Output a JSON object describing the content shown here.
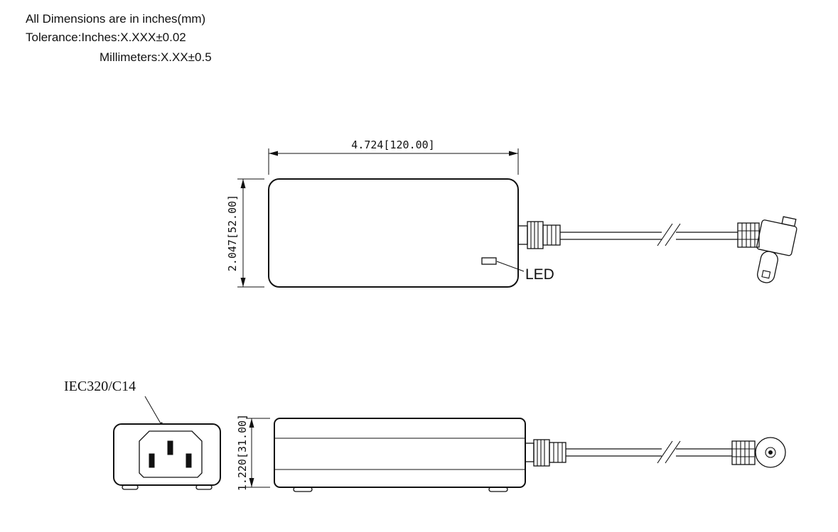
{
  "notes": {
    "line1": "All Dimensions are in inches(mm)",
    "line2": "Tolerance:Inches:X.XXX±0.02",
    "line3": "Millimeters:X.XX±0.5"
  },
  "views": {
    "top": {
      "width_dim": "4.724[120.00]",
      "height_dim": "2.047[52.00]",
      "led_label": "LED"
    },
    "front": {
      "inlet_label": "IEC320/C14"
    },
    "side": {
      "height_dim": "1.220[31.00]"
    }
  },
  "colors": {
    "line": "#111111",
    "background": "#ffffff"
  }
}
